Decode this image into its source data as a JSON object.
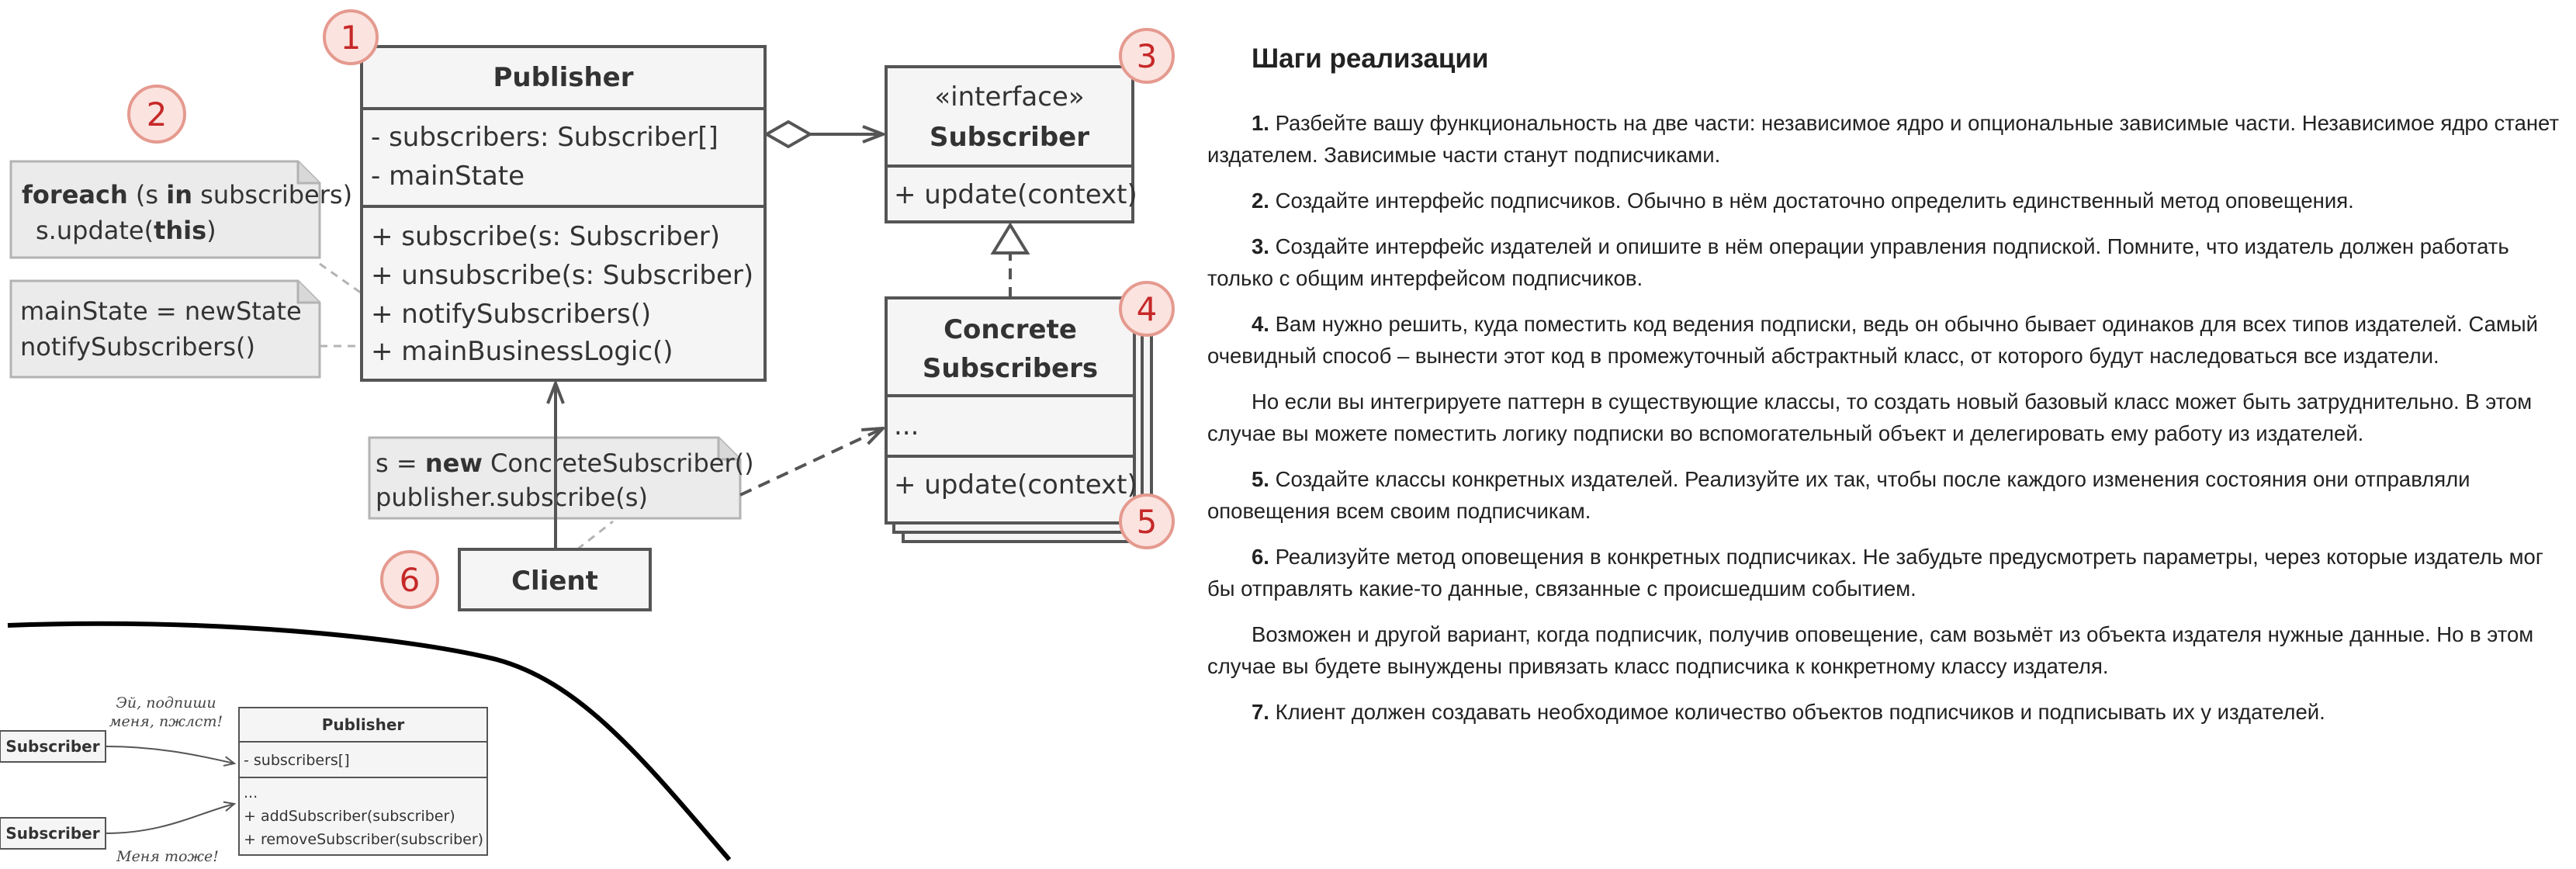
{
  "diagram": {
    "publisher": {
      "title": "Publisher",
      "fields": [
        "- subscribers: Subscriber[]",
        "- mainState"
      ],
      "methods": [
        "+ subscribe(s: Subscriber)",
        "+ unsubscribe(s: Subscriber)",
        "+ notifySubscribers()",
        "+ mainBusinessLogic()"
      ]
    },
    "subscriber_interface": {
      "stereotype": "«interface»",
      "title": "Subscriber",
      "method": "+ update(context)"
    },
    "concrete_subscribers": {
      "title_line1": "Concrete",
      "title_line2": "Subscribers",
      "fields": "...",
      "method": "+ update(context)"
    },
    "client": {
      "title": "Client"
    },
    "note_foreach": {
      "kw_foreach": "foreach",
      "open": " (s ",
      "kw_in": "in",
      "rest": " subscribers)",
      "line2_start": "s.update(",
      "kw_this": "this",
      "line2_end": ")"
    },
    "note_state": {
      "line1": "mainState = newState",
      "line2": "notifySubscribers()"
    },
    "note_client": {
      "start": "s = ",
      "kw_new": "new",
      "rest": " ConcreteSubscriber()",
      "line2": "publisher.subscribe(s)"
    },
    "markers": [
      "1",
      "2",
      "3",
      "4",
      "5",
      "6"
    ]
  },
  "mini_diagram": {
    "publisher_title": "Publisher",
    "field": "- subscribers[]",
    "dots": "...",
    "methods": [
      "+ addSubscriber(subscriber)",
      "+ removeSubscriber(subscriber)"
    ],
    "subscriber_label": "Subscriber",
    "speech1_line1": "Эй, подпиши",
    "speech1_line2": "меня, пжлст!",
    "speech2": "Меня тоже!"
  },
  "steps": {
    "heading": "Шаги реализации",
    "items": [
      {
        "num": "1.",
        "text": " Разбейте вашу функциональность на две части: независимое ядро и опциональные зависимые части. Независимое ядро станет издателем. Зависимые части станут подписчиками."
      },
      {
        "num": "2.",
        "text": " Создайте интерфейс подписчиков. Обычно в нём достаточно определить единственный метод оповещения."
      },
      {
        "num": "3.",
        "text": " Создайте интерфейс издателей и опишите в нём операции управления подпиской. Помните, что издатель должен работать только с общим интерфейсом подписчиков."
      },
      {
        "num": "4.",
        "text": " Вам нужно решить, куда поместить код ведения подписки, ведь он обычно бывает одинаков для всех типов издателей. Самый очевидный способ – вынести этот код в промежуточный абстрактный класс, от которого будут наследоваться все издатели."
      },
      {
        "num": "",
        "text": "Но если вы интегрируете паттерн в существующие классы, то создать новый базовый класс может быть затруднительно. В этом случае вы можете поместить логику подписки во вспомогательный объект и делегировать ему работу из издателей."
      },
      {
        "num": "5.",
        "text": " Создайте классы конкретных издателей. Реализуйте их так, чтобы после каждого изменения состояния они отправляли оповещения всем своим подписчикам."
      },
      {
        "num": "6.",
        "text": " Реализуйте метод оповещения в конкретных подписчиках. Не забудьте предусмотреть параметры, через которые издатель мог бы отправлять какие-то данные, связанные с происшедшим событием."
      },
      {
        "num": "",
        "text": "Возможен и другой вариант, когда подписчик, получив оповещение, сам возьмёт из объекта издателя нужные данные. Но в этом случае вы будете вынуждены привязать класс подписчика к конкретному классу издателя."
      },
      {
        "num": "7.",
        "text": " Клиент должен создавать необходимое количество объектов подписчиков и подписывать их у издателей."
      }
    ]
  }
}
